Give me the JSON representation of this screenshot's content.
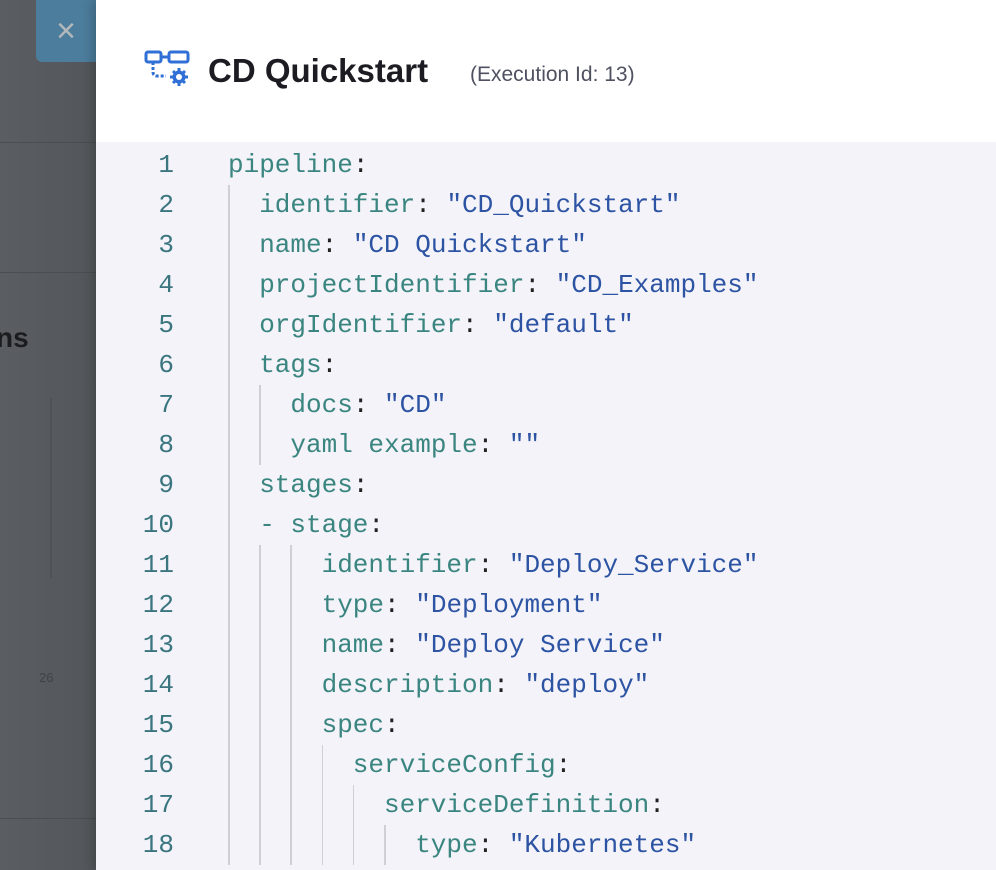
{
  "background": {
    "heading_fragment": "ns",
    "axis_tick": "26"
  },
  "close_button": {
    "icon": "close-icon",
    "label": "×"
  },
  "header": {
    "icon": "pipeline-icon",
    "title": "CD Quickstart",
    "execution_id": "(Execution Id: 13)"
  },
  "colors": {
    "key": "#3a8580",
    "string": "#2d53a3",
    "line_number": "#3b7580",
    "accent": "#2f6fd6"
  },
  "yaml_lines": [
    {
      "n": "1",
      "indent": 0,
      "key": "pipeline",
      "sep": ":",
      "value": ""
    },
    {
      "n": "2",
      "indent": 1,
      "key": "identifier",
      "sep": ": ",
      "value": "\"CD_Quickstart\""
    },
    {
      "n": "3",
      "indent": 1,
      "key": "name",
      "sep": ": ",
      "value": "\"CD Quickstart\""
    },
    {
      "n": "4",
      "indent": 1,
      "key": "projectIdentifier",
      "sep": ": ",
      "value": "\"CD_Examples\""
    },
    {
      "n": "5",
      "indent": 1,
      "key": "orgIdentifier",
      "sep": ": ",
      "value": "\"default\""
    },
    {
      "n": "6",
      "indent": 1,
      "key": "tags",
      "sep": ":",
      "value": ""
    },
    {
      "n": "7",
      "indent": 2,
      "key": "docs",
      "sep": ": ",
      "value": "\"CD\""
    },
    {
      "n": "8",
      "indent": 2,
      "key": "yaml example",
      "sep": ": ",
      "value": "\"\""
    },
    {
      "n": "9",
      "indent": 1,
      "key": "stages",
      "sep": ":",
      "value": ""
    },
    {
      "n": "10",
      "indent": 1,
      "key": "- stage",
      "sep": ":",
      "value": ""
    },
    {
      "n": "11",
      "indent": 3,
      "key": "identifier",
      "sep": ": ",
      "value": "\"Deploy_Service\""
    },
    {
      "n": "12",
      "indent": 3,
      "key": "type",
      "sep": ": ",
      "value": "\"Deployment\""
    },
    {
      "n": "13",
      "indent": 3,
      "key": "name",
      "sep": ": ",
      "value": "\"Deploy Service\""
    },
    {
      "n": "14",
      "indent": 3,
      "key": "description",
      "sep": ": ",
      "value": "\"deploy\""
    },
    {
      "n": "15",
      "indent": 3,
      "key": "spec",
      "sep": ":",
      "value": ""
    },
    {
      "n": "16",
      "indent": 4,
      "key": "serviceConfig",
      "sep": ":",
      "value": ""
    },
    {
      "n": "17",
      "indent": 5,
      "key": "serviceDefinition",
      "sep": ":",
      "value": ""
    },
    {
      "n": "18",
      "indent": 6,
      "key": "type",
      "sep": ": ",
      "value": "\"Kubernetes\""
    }
  ]
}
